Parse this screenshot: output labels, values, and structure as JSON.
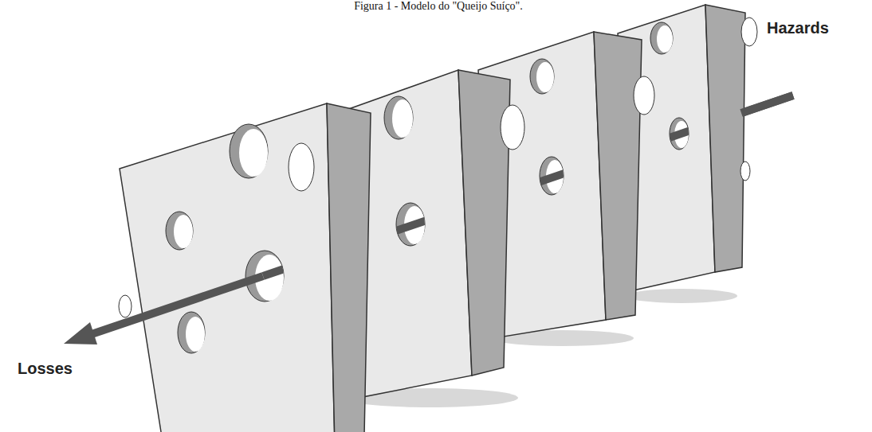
{
  "diagram": {
    "caption": "Figura 1 - Modelo do \"Queijo Suíço\".",
    "labels": [
      "Hazards",
      "Losses"
    ]
  }
}
